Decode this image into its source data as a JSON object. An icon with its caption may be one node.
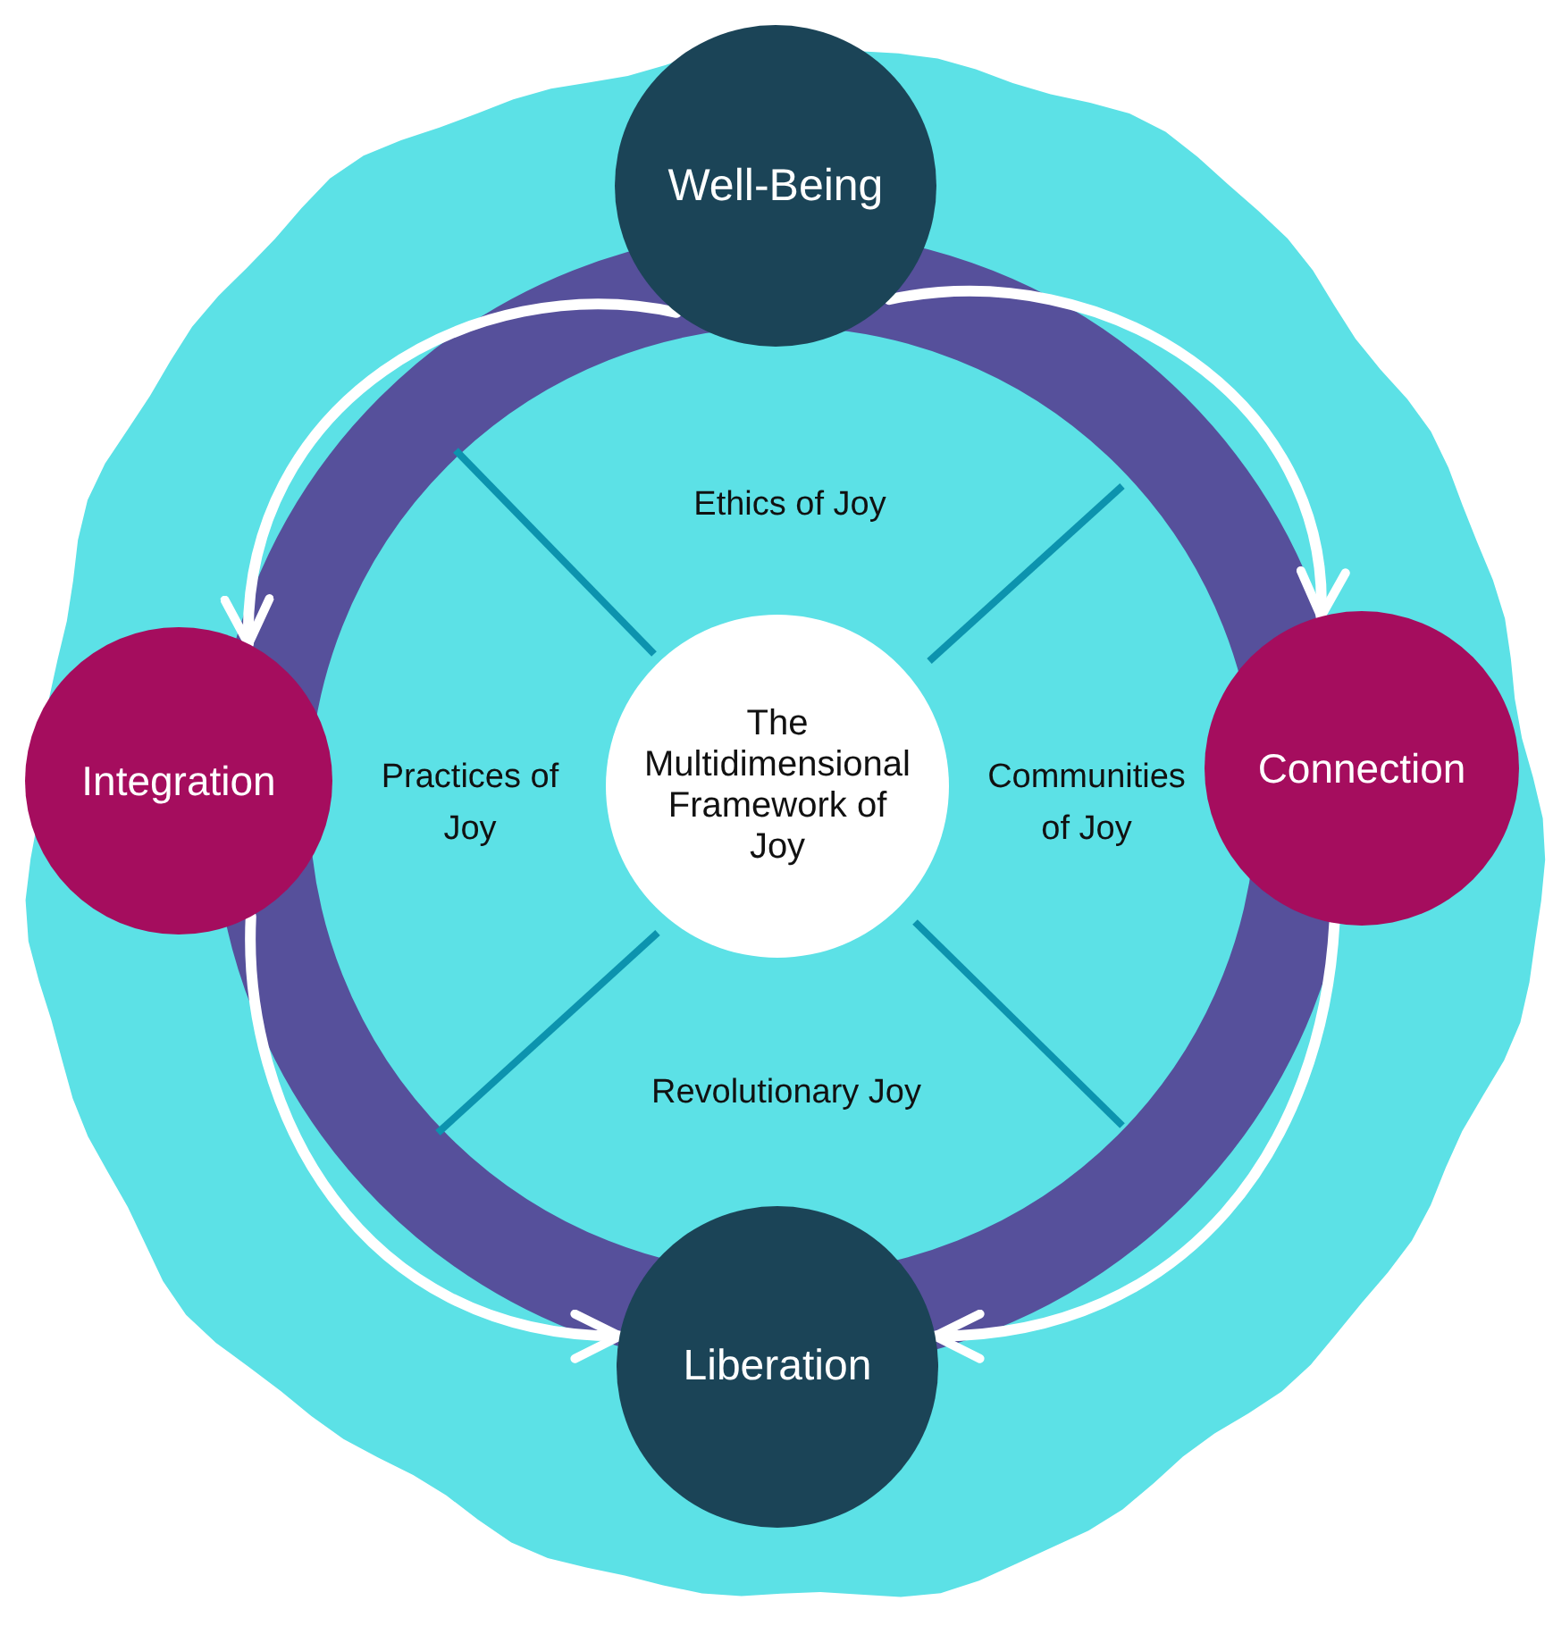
{
  "diagram": {
    "nodes": [
      {
        "text": [
          "Well-Being"
        ]
      },
      {
        "text": [
          "Integration"
        ]
      },
      {
        "text": [
          "The Multidimensional Framework of Joy"
        ]
      },
      {
        "text": [
          "Connection"
        ]
      },
      {
        "text": [
          "Liberation"
        ]
      }
    ],
    "edges": [
      {
        "from": 0,
        "to": 1,
        "arrow": "to"
      },
      {
        "from": 0,
        "to": 3,
        "arrow": "to"
      },
      {
        "from": 1,
        "to": 4,
        "arrow": "to"
      },
      {
        "from": 3,
        "to": 4,
        "arrow": "to"
      }
    ],
    "labels": [
      "Ethics of Joy",
      "Practices of Joy",
      "Communities of Joy",
      "Revolutionary Joy"
    ]
  }
}
